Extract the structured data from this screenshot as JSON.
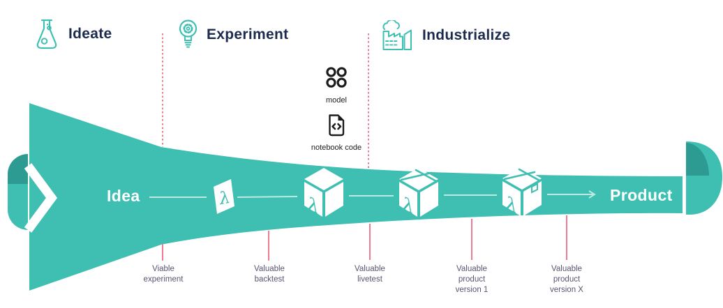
{
  "colors": {
    "teal": "#3EBFB2",
    "teal_dark": "#2D9B92",
    "navy": "#1C2B4D",
    "pink": "#EF7B91",
    "label_purple": "#5A5470",
    "icon_black": "#1C1C1C",
    "connector": "#BCEAE3"
  },
  "phases": [
    {
      "label": "Ideate",
      "icon": "flask-icon"
    },
    {
      "label": "Experiment",
      "icon": "bulb-gear-icon"
    },
    {
      "label": "Industrialize",
      "icon": "factory-icon"
    }
  ],
  "artifacts": {
    "model_label": "model",
    "model_icon": "model-rings-icon",
    "notebook_label": "notebook code",
    "notebook_icon": "notebook-code-icon"
  },
  "funnel": {
    "start_label": "Idea",
    "end_label": "Product",
    "lambda_glyph": "λ"
  },
  "milestones": [
    {
      "label": "Viable\nexperiment"
    },
    {
      "label": "Valuable\nbacktest"
    },
    {
      "label": "Valuable\nlivetest"
    },
    {
      "label": "Valuable\nproduct\nversion 1"
    },
    {
      "label": "Valuable\nproduct\nversion X"
    }
  ]
}
